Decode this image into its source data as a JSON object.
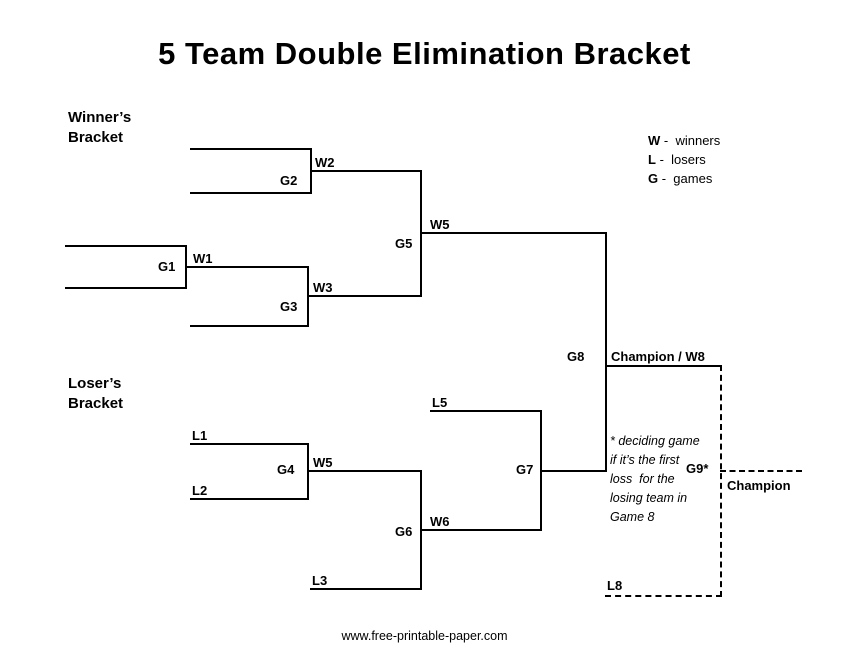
{
  "title": "5 Team Double Elimination Bracket",
  "headings": {
    "winners": "Winner’s\nBracket",
    "losers": "Loser’s\nBracket"
  },
  "legend": [
    {
      "letter": "W",
      "desc": "-  winners"
    },
    {
      "letter": "L",
      "desc": "-  losers"
    },
    {
      "letter": "G",
      "desc": "-  games"
    }
  ],
  "labels": {
    "g1": "G1",
    "g2": "G2",
    "g3": "G3",
    "g4": "G4",
    "g5": "G5",
    "g6": "G6",
    "g7": "G7",
    "g8": "G8",
    "g9": "G9*",
    "w1": "W1",
    "w2": "W2",
    "w3": "W3",
    "w5": "W5",
    "w4_out": "W5",
    "w6": "W6",
    "l1": "L1",
    "l2": "L2",
    "l3": "L3",
    "l5": "L5",
    "l8": "L8",
    "champion_w8": "Champion / W8",
    "champion": "Champion"
  },
  "note": {
    "text": "* deciding game\nif it’s the first\nloss  for the\nlosing team in\nGame 8"
  },
  "footer": "www.free-printable-paper.com"
}
